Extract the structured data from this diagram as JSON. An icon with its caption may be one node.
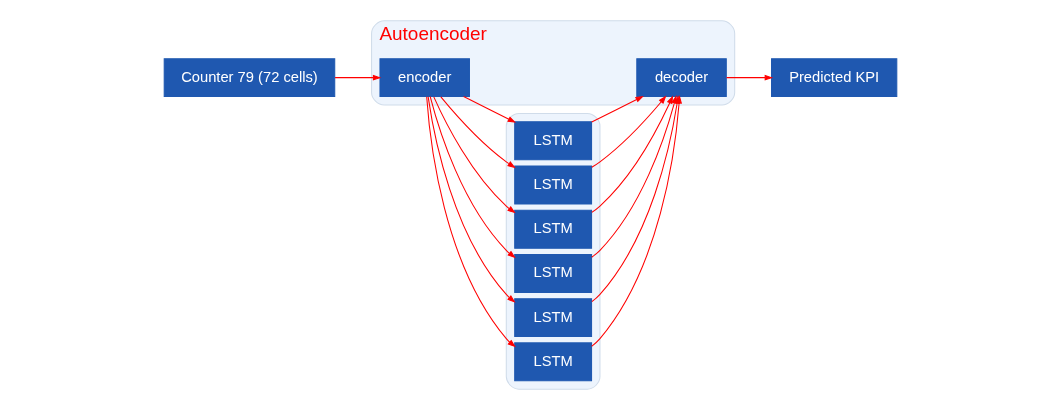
{
  "diagram": {
    "nodes": [
      {
        "text": [
          "Counter 79 (72 cells)"
        ]
      },
      {
        "text": [
          "Autoencoder"
        ]
      },
      {
        "text": [
          "encoder"
        ],
        "in": 1
      },
      {
        "text": [
          "decoder"
        ],
        "in": 1
      },
      {
        "text": [
          "Predicted KPI"
        ]
      },
      {
        "text": [],
        "shape": "box"
      },
      {
        "text": [
          "LSTM"
        ],
        "in": 5
      },
      {
        "text": [
          "LSTM"
        ],
        "in": 5
      },
      {
        "text": [
          "LSTM"
        ],
        "in": 5
      },
      {
        "text": [
          "LSTM"
        ],
        "in": 5
      },
      {
        "text": [
          "LSTM"
        ],
        "in": 5
      },
      {
        "text": [
          "LSTM"
        ],
        "in": 5
      }
    ],
    "edges": [
      {
        "from": 0,
        "to": 2,
        "arrow": "to"
      },
      {
        "from": 2,
        "to": 6,
        "arrow": "to"
      },
      {
        "from": 2,
        "to": 7,
        "arrow": "to"
      },
      {
        "from": 2,
        "to": 8,
        "arrow": "to"
      },
      {
        "from": 2,
        "to": 9,
        "arrow": "to"
      },
      {
        "from": 2,
        "to": 10,
        "arrow": "to"
      },
      {
        "from": 2,
        "to": 11,
        "arrow": "to"
      },
      {
        "from": 6,
        "to": 3,
        "arrow": "to"
      },
      {
        "from": 7,
        "to": 3,
        "arrow": "to"
      },
      {
        "from": 8,
        "to": 3,
        "arrow": "to"
      },
      {
        "from": 9,
        "to": 3,
        "arrow": "to"
      },
      {
        "from": 10,
        "to": 3,
        "arrow": "to"
      },
      {
        "from": 11,
        "to": 3,
        "arrow": "to"
      },
      {
        "from": 3,
        "to": 4,
        "arrow": "to"
      }
    ]
  }
}
